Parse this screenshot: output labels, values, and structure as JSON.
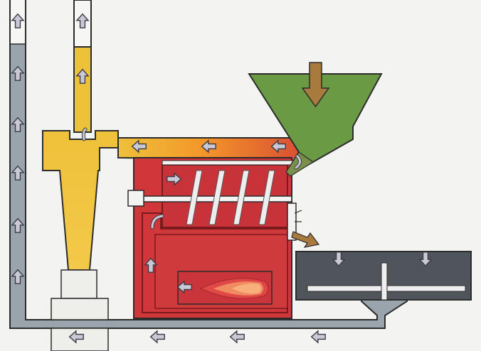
{
  "colors": {
    "background": "#f3f3f2",
    "duct_gray": "#9aa4ad",
    "duct_edge": "#2c2c2c",
    "cyclone_yellow": "#eec13b",
    "hot_gas_orange": "#f08a26",
    "kiln_red": "#d0373a",
    "kiln_dark_red": "#a8262b",
    "hopper_green": "#6b9a45",
    "feed_arrow_brown": "#a87a3e",
    "cooler_dark": "#4f555b",
    "flame_outer": "#e04848",
    "flame_inner": "#f6a87a",
    "arrow_fill": "#c9c9d6",
    "support_white": "#eeeeea"
  },
  "components": {
    "left_stack": "gas-exhaust-stack",
    "right_stack": "cyclone-exhaust-stack",
    "cyclone": "cyclone-separator",
    "hopper": "feed-hopper",
    "kiln": "rotary-dryer-chamber",
    "burner": "burner-with-flame",
    "cooler": "product-cooler",
    "return_duct": "gas-return-duct"
  },
  "icons": {
    "flow_arrow": "flow-arrow-icon",
    "feed_arrow": "feed-arrow-icon",
    "flame": "flame-icon"
  }
}
